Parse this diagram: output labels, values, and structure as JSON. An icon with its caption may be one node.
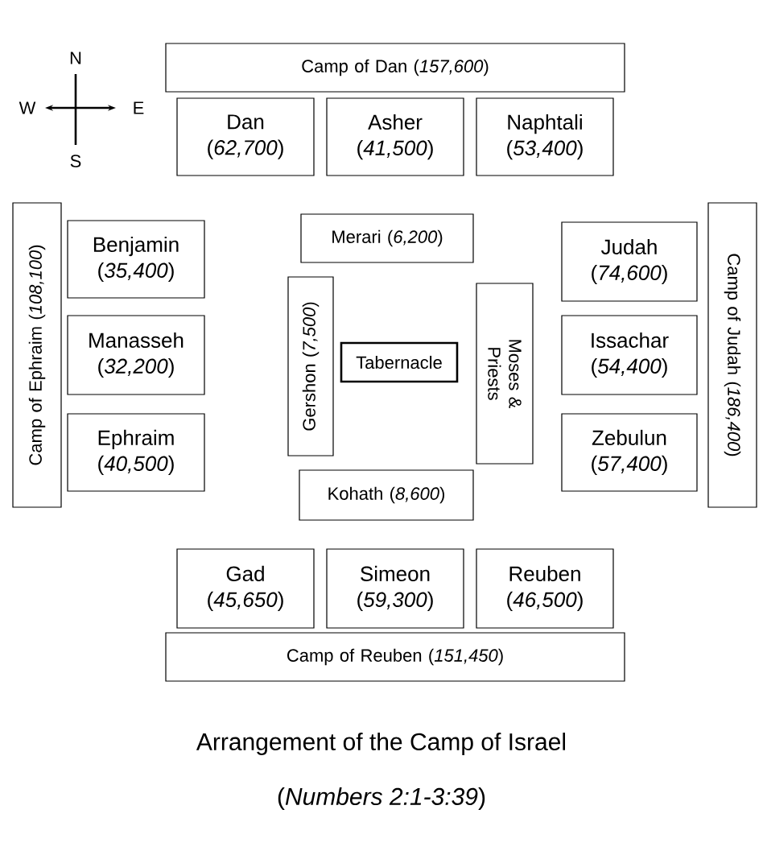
{
  "diagram": {
    "title": "Arrangement of the Camp of Israel",
    "caption": "(*Numbers 2:1-3:39*)",
    "nodes": [
      {
        "text": [
          "Camp of Dan (*157,600*)"
        ]
      },
      {
        "text": [
          "Dan (*62,700*)"
        ]
      },
      {
        "text": [
          "Asher (*41,500*)"
        ]
      },
      {
        "text": [
          "Naphtali (*53,400*)"
        ]
      },
      {
        "text": [
          "Camp of Ephraim (*108,100*)"
        ]
      },
      {
        "text": [
          "Benjamin (*35,400*)"
        ]
      },
      {
        "text": [
          "Manasseh (*32,200*)"
        ]
      },
      {
        "text": [
          "Ephraim (*40,500*)"
        ]
      },
      {
        "text": [
          "Merari (*6,200*)"
        ]
      },
      {
        "text": [
          "Gershon (*7,500*)"
        ]
      },
      {
        "text": [
          "Tabernacle"
        ]
      },
      {
        "text": [
          "Moses & Priests"
        ]
      },
      {
        "text": [
          "Kohath (*8,600*)"
        ]
      },
      {
        "text": [
          "Judah (*74,600*)"
        ]
      },
      {
        "text": [
          "Issachar (*54,400*)"
        ]
      },
      {
        "text": [
          "Zebulun (*57,400*)"
        ]
      },
      {
        "text": [
          "Camp of Judah (*186,400*)"
        ]
      },
      {
        "text": [
          "Gad (*45,650*)"
        ]
      },
      {
        "text": [
          "Simeon (*59,300*)"
        ]
      },
      {
        "text": [
          "Reuben (*46,500*)"
        ]
      },
      {
        "text": [
          "Camp of Reuben (*151,450*)"
        ]
      }
    ],
    "labels": [
      "N",
      "W",
      "E",
      "S"
    ]
  }
}
